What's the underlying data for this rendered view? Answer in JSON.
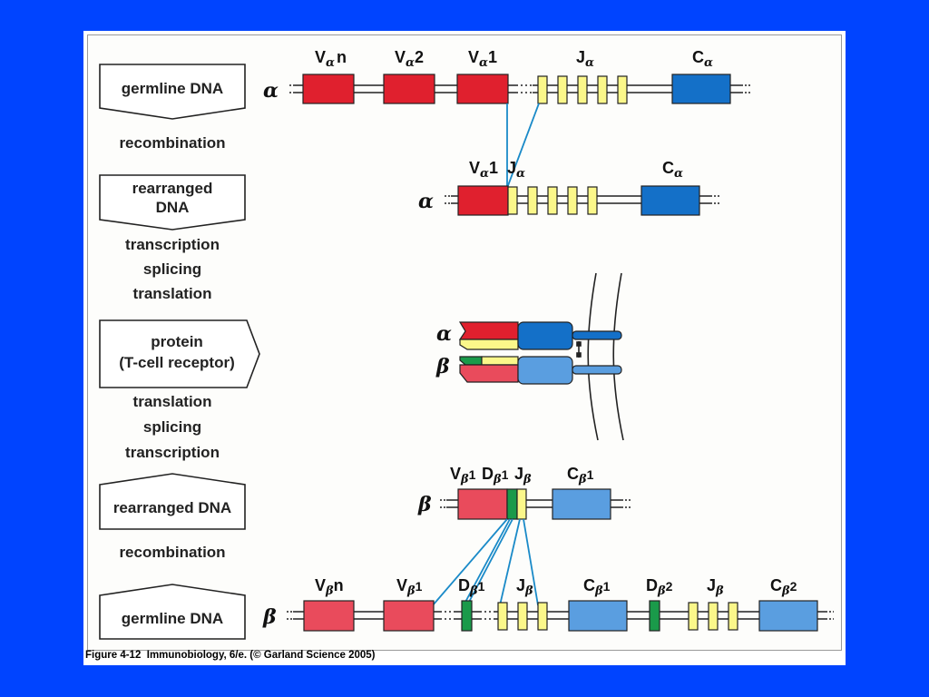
{
  "caption": {
    "figure": "Figure 4-12",
    "source": "Immunobiology, 6/e. (© Garland Science 2005)"
  },
  "stages": {
    "germline_alpha": "germline DNA",
    "rearranged_alpha_1": "rearranged",
    "rearranged_alpha_2": "DNA",
    "protein_1": "protein",
    "protein_2": "(T-cell receptor)",
    "rearranged_beta": "rearranged DNA",
    "germline_beta": "germline DNA"
  },
  "steps": {
    "recombination_top": "recombination",
    "transcription_top": "transcription",
    "splicing_top": "splicing",
    "translation_top": "translation",
    "translation_bottom": "translation",
    "splicing_bottom": "splicing",
    "transcription_bottom": "transcription",
    "recombination_bottom": "recombination"
  },
  "chains": {
    "alpha": "α",
    "beta": "β"
  },
  "segments": {
    "v_alpha_n": {
      "main": "V",
      "sub": "α",
      "suffix": "n"
    },
    "v_alpha_2": {
      "main": "V",
      "sub": "α",
      "suffix": "2"
    },
    "v_alpha_1": {
      "main": "V",
      "sub": "α",
      "suffix": "1"
    },
    "j_alpha": {
      "main": "J",
      "sub": "α",
      "suffix": ""
    },
    "c_alpha": {
      "main": "C",
      "sub": "α",
      "suffix": ""
    },
    "v_beta_n": {
      "main": "V",
      "sub": "β",
      "suffix": "n"
    },
    "v_beta_1": {
      "main": "V",
      "sub": "β",
      "suffix": "1"
    },
    "d_beta_1": {
      "main": "D",
      "sub": "β",
      "suffix": "1"
    },
    "j_beta": {
      "main": "J",
      "sub": "β",
      "suffix": ""
    },
    "c_beta_1": {
      "main": "C",
      "sub": "β",
      "suffix": "1"
    },
    "d_beta_2": {
      "main": "D",
      "sub": "β",
      "suffix": "2"
    },
    "c_beta_2": {
      "main": "C",
      "sub": "β",
      "suffix": "2"
    }
  },
  "colors": {
    "v_alpha": "#e0202e",
    "v_beta": "#e94b5c",
    "j": "#fbf78a",
    "d": "#1a9a4a",
    "c_alpha": "#1470c8",
    "c_beta": "#5a9ee0",
    "link": "#1a8ac8",
    "background": "#0044ff"
  }
}
